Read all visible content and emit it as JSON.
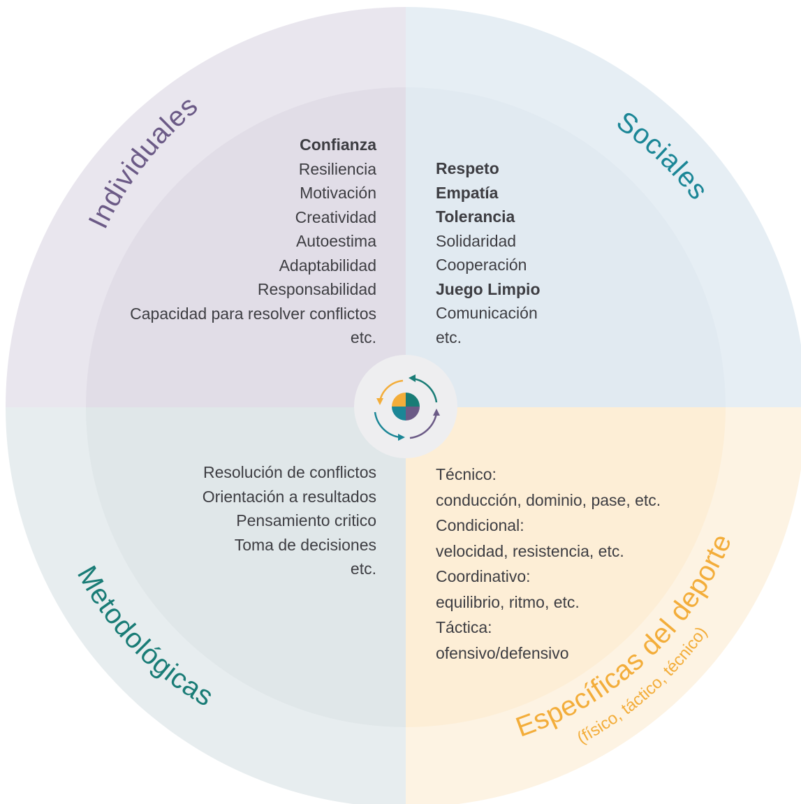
{
  "colors": {
    "individuales_outer": "#e9e6ee",
    "individuales_inner": "#e1dde7",
    "sociales_outer": "#e6eef4",
    "sociales_inner": "#e1eaf1",
    "metodologicas_outer": "#e7edef",
    "metodologicas_inner": "#e0e7e9",
    "especificas_outer": "#fdf3e3",
    "especificas_inner": "#fdeed6",
    "label_individuales": "#6b5a86",
    "label_sociales": "#1b8696",
    "label_metodologicas": "#197c76",
    "label_especificas": "#f3ad3a",
    "text": "#3d3d42",
    "icon_orange": "#f3ad3a",
    "icon_teal": "#1b8696",
    "icon_purple": "#6b5a86",
    "icon_green": "#197c76"
  },
  "quadrants": {
    "individuales": {
      "label": "Individuales",
      "items": [
        {
          "text": "Confianza",
          "bold": true
        },
        {
          "text": "Resiliencia",
          "bold": false
        },
        {
          "text": "Motivación",
          "bold": false
        },
        {
          "text": "Creatividad",
          "bold": false
        },
        {
          "text": "Autoestima",
          "bold": false
        },
        {
          "text": "Adaptabilidad",
          "bold": false
        },
        {
          "text": "Responsabilidad",
          "bold": false
        },
        {
          "text": "Capacidad para resolver conflictos",
          "bold": false
        },
        {
          "text": "etc.",
          "bold": false
        }
      ]
    },
    "sociales": {
      "label": "Sociales",
      "items": [
        {
          "text": "Respeto",
          "bold": true
        },
        {
          "text": "Empatía",
          "bold": true
        },
        {
          "text": "Tolerancia",
          "bold": true
        },
        {
          "text": "Solidaridad",
          "bold": false
        },
        {
          "text": "Cooperación",
          "bold": false
        },
        {
          "text": "Juego Limpio",
          "bold": true
        },
        {
          "text": "Comunicación",
          "bold": false
        },
        {
          "text": "etc.",
          "bold": false
        }
      ]
    },
    "metodologicas": {
      "label": "Metodológicas",
      "items": [
        {
          "text": "Resolución de conflictos",
          "bold": false
        },
        {
          "text": "Orientación a resultados",
          "bold": false
        },
        {
          "text": "Pensamiento critico",
          "bold": false
        },
        {
          "text": "Toma de decisiones",
          "bold": false
        },
        {
          "text": "etc.",
          "bold": false
        }
      ]
    },
    "especificas": {
      "label": "Específicas del deporte",
      "sublabel": "(físico, táctico, técnico)",
      "items": [
        {
          "text": "Técnico:",
          "bold": false
        },
        {
          "text": "conducción, dominio, pase, etc.",
          "bold": false
        },
        {
          "text": "Condicional:",
          "bold": false
        },
        {
          "text": "velocidad, resistencia, etc.",
          "bold": false
        },
        {
          "text": "Coordinativo:",
          "bold": false
        },
        {
          "text": "equilibrio, ritmo, etc.",
          "bold": false
        },
        {
          "text": "Táctica:",
          "bold": false
        },
        {
          "text": "ofensivo/defensivo",
          "bold": false
        }
      ]
    }
  }
}
